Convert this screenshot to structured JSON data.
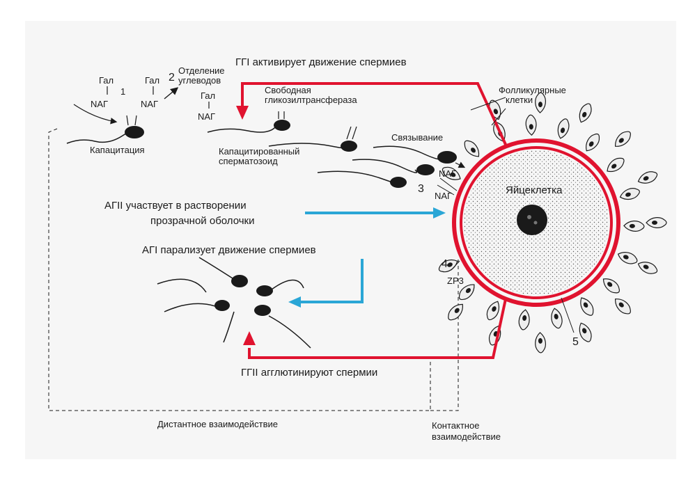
{
  "labels": {
    "gal1": "Гал",
    "nag1": "NАГ",
    "num1": "1",
    "gal2": "Гал",
    "nag2": "NАГ",
    "num2": "2",
    "separation": "Отделение углеводов",
    "gal3": "Гал",
    "nag3": "NАГ",
    "capacitation": "Капацитация",
    "free_gt": "Свободная гликозилтрансфераза",
    "capacitated_sperm": "Капацитированный сперматозоид",
    "binding": "Связывание",
    "nag_bind1": "NАГ",
    "nag_bind2": "NАГ",
    "num3": "3",
    "follicular": "Фолликулярные клетки",
    "egg": "Яйцеклетка",
    "num4": "4",
    "zp3": "ZP3",
    "num5": "5",
    "gg1": "ГГI активирует движение спермиев",
    "ag2": "АГII участвует в растворении прозрачной оболочки",
    "ag1": "АГI парализует движение спермиев",
    "gg2": "ГГII агглютинируют спермии",
    "distant": "Дистантное взаимодействие",
    "contact": "Контактное взаимодействие"
  },
  "colors": {
    "arrow_red": "#e0132f",
    "arrow_blue": "#2aa6d6",
    "ink": "#1a1a1a"
  }
}
